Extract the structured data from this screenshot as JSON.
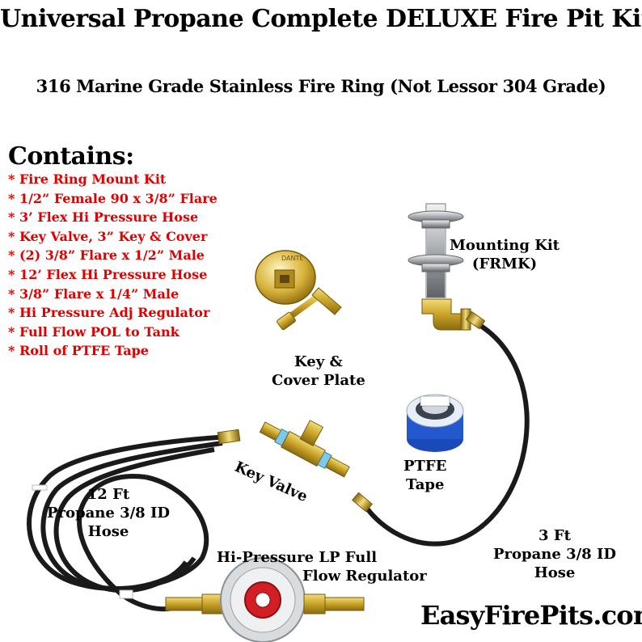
{
  "header": {
    "title": "Universal Propane Complete DELUXE Fire Pit Kit",
    "subtitle": "316 Marine Grade Stainless Fire Ring (Not Lessor 304 Grade)"
  },
  "contents": {
    "heading": "Contains:",
    "items": [
      "* Fire Ring Mount Kit",
      "* 1/2” Female 90 x 3/8” Flare",
      "* 3’ Flex Hi Pressure Hose",
      "* Key Valve, 3” Key & Cover",
      "* (2) 3/8” Flare x 1/2” Male",
      "* 12’ Flex Hi Pressure Hose",
      "* 3/8” Flare x 1/4” Male",
      "* Hi Pressure Adj Regulator",
      "* Full Flow POL to Tank",
      "* Roll of PTFE Tape"
    ]
  },
  "labels": {
    "mounting_kit": [
      "Mounting Kit",
      "(FRMK)"
    ],
    "key_cover": [
      "Key &",
      "Cover Plate"
    ],
    "ptfe": [
      "PTFE",
      "Tape"
    ],
    "key_valve": "Key Valve",
    "hose_12": [
      "12 Ft",
      "Propane 3/8 ID",
      "Hose"
    ],
    "hose_3": [
      "3 Ft",
      "Propane 3/8 ID",
      "Hose"
    ],
    "regulator": [
      "Hi-Pressure LP Full",
      "Flow Regulator"
    ]
  },
  "products": {
    "cover_plate_text": "DANTE"
  },
  "footer": {
    "website": "EasyFirePits.com"
  },
  "colors": {
    "contents_text": "#e00000",
    "hose": "#1a1a1a",
    "brass": "#c9a227",
    "steel": "#b8bcc0"
  }
}
